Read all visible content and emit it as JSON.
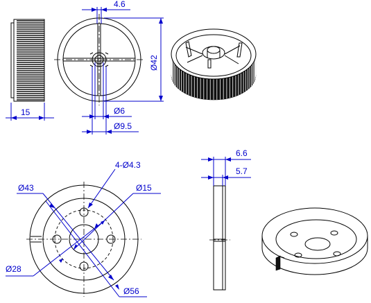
{
  "views": {
    "side_top": {
      "width_dim": "15"
    },
    "front_top": {
      "slot_dim": "4.6",
      "outer_dim": "Ø42",
      "hub_inner_dim": "Ø6",
      "hub_outer_dim": "Ø9.5"
    },
    "iso_top": {},
    "plan_bottom": {
      "hole_dim": "4-Ø4.3",
      "outer_dim": "Ø43",
      "bore_dim": "Ø15",
      "pcd_dim": "Ø28",
      "overall_dim": "Ø56"
    },
    "section_bottom": {
      "thick_dim": "6.6",
      "flange_dim": "5.7"
    },
    "iso_bottom": {}
  },
  "colors": {
    "dimension": "#0000cc",
    "outline": "#000000",
    "background": "#ffffff"
  }
}
